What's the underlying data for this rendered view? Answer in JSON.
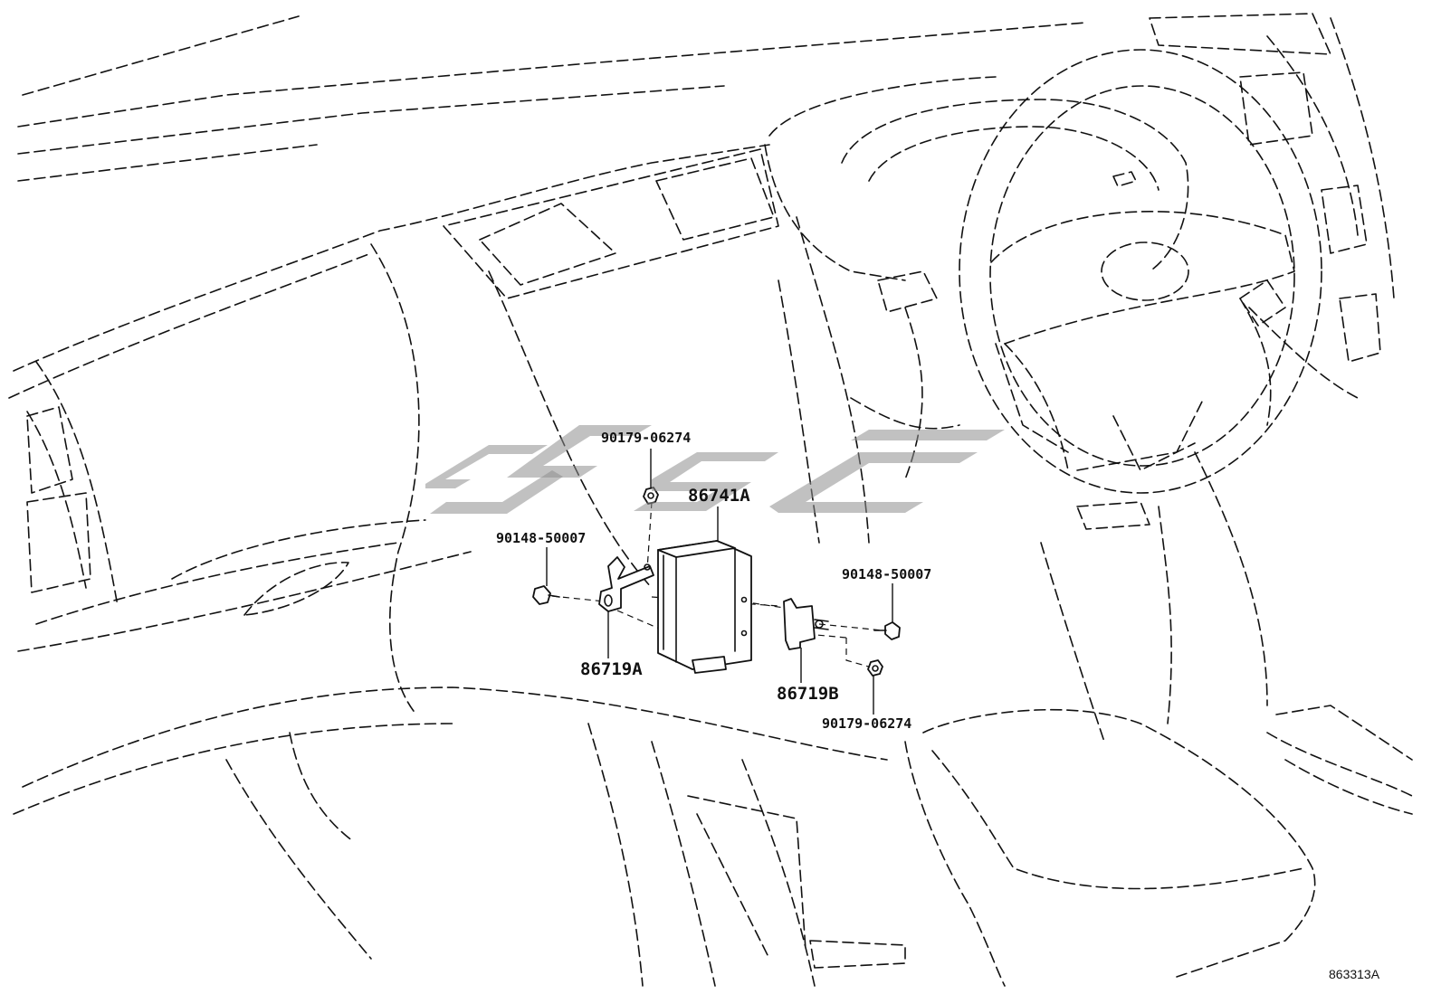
{
  "labels": {
    "bolt_left": "90148-50007",
    "nut_top": "90179-06274",
    "ecu": "86741A",
    "bracket_left": "86719A",
    "bracket_right": "86719B",
    "bolt_right": "90148-50007",
    "nut_bottom": "90179-06274"
  },
  "diagram_ref": "863313A",
  "colors": {
    "line": "#111111",
    "watermark": "#8e8e8e"
  }
}
